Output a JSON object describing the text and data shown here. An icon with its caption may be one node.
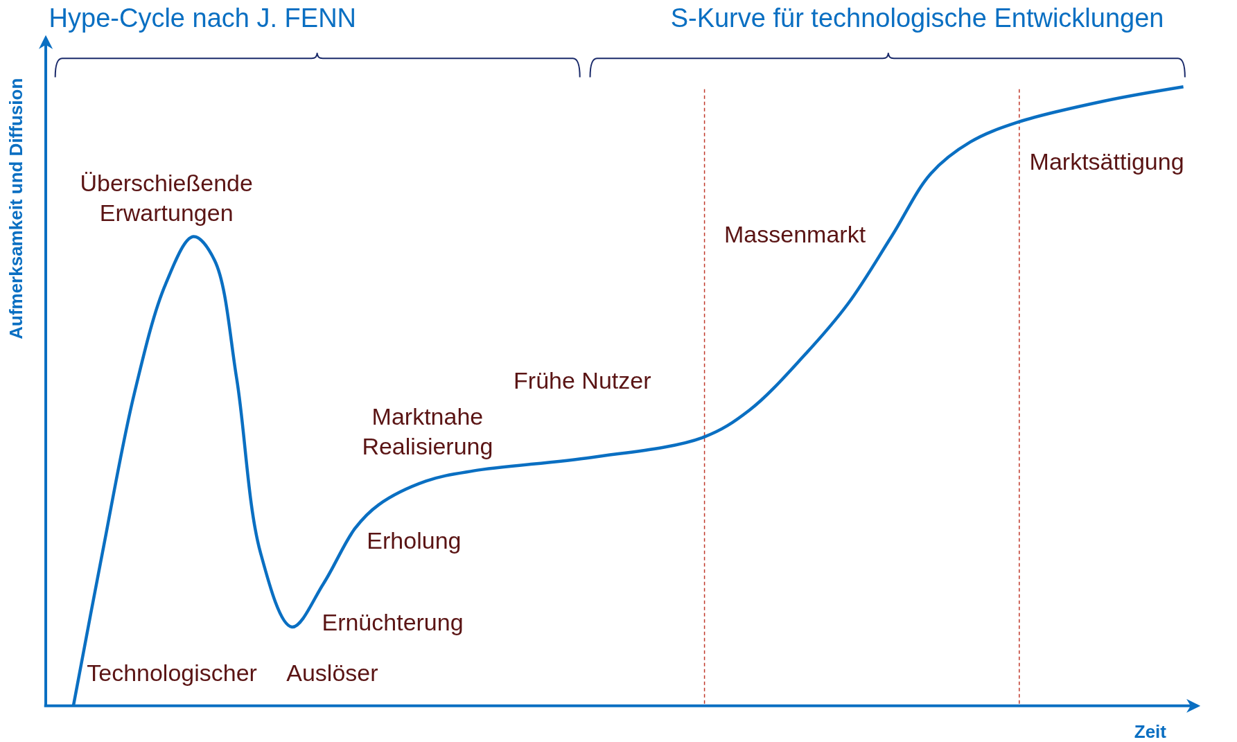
{
  "diagram": {
    "labels": [
      "Hype-Cycle nach J. FENN",
      "S-Kurve für technologische Entwicklungen",
      "Aufmerksamkeit und Diffusion",
      "Überschießende Erwartungen",
      "Marktsättigung",
      "Massenmarkt",
      "Frühe Nutzer",
      "Marktnahe Realisierung",
      "Erholung",
      "Ernüchterung",
      "Technologischer",
      "Auslöser",
      "Zeit"
    ]
  }
}
